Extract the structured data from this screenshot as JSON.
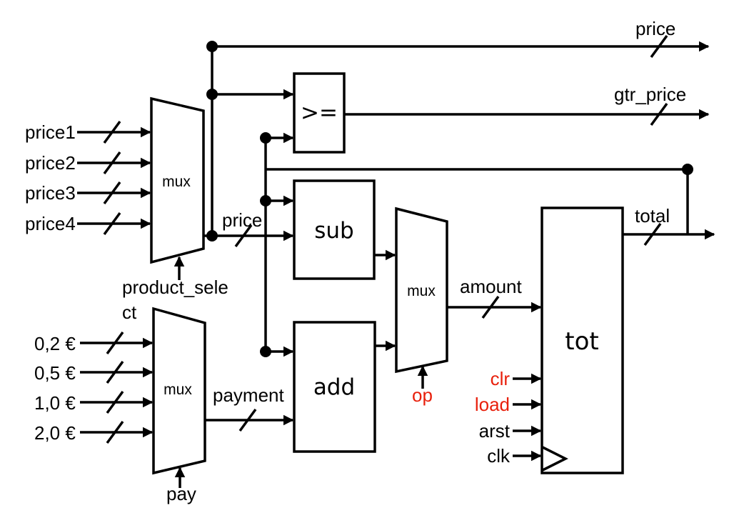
{
  "colors": {
    "line": "#000000",
    "control_signal": "#e8200c",
    "background": "#ffffff"
  },
  "inputs": {
    "prices": [
      "price1",
      "price2",
      "price3",
      "price4"
    ],
    "coins": [
      "0,2 €",
      "0,5 €",
      "1,0 €",
      "2,0 €"
    ]
  },
  "blocks": {
    "price_mux": "mux",
    "coin_mux": "mux",
    "op_mux": "mux",
    "compare": ">=",
    "sub": "sub",
    "add": "add",
    "register": "tot"
  },
  "signals": {
    "price_internal": "price",
    "price_out": "price",
    "gtr_price": "gtr_price",
    "payment": "payment",
    "amount": "amount",
    "total": "total",
    "product_select_1": "product_sele",
    "product_select_2": "ct",
    "pay": "pay",
    "op": "op"
  },
  "register_inputs": [
    {
      "label": "clr",
      "color": "#e8200c"
    },
    {
      "label": "load",
      "color": "#e8200c"
    },
    {
      "label": "arst",
      "color": "#000000"
    },
    {
      "label": "clk",
      "color": "#000000"
    }
  ]
}
